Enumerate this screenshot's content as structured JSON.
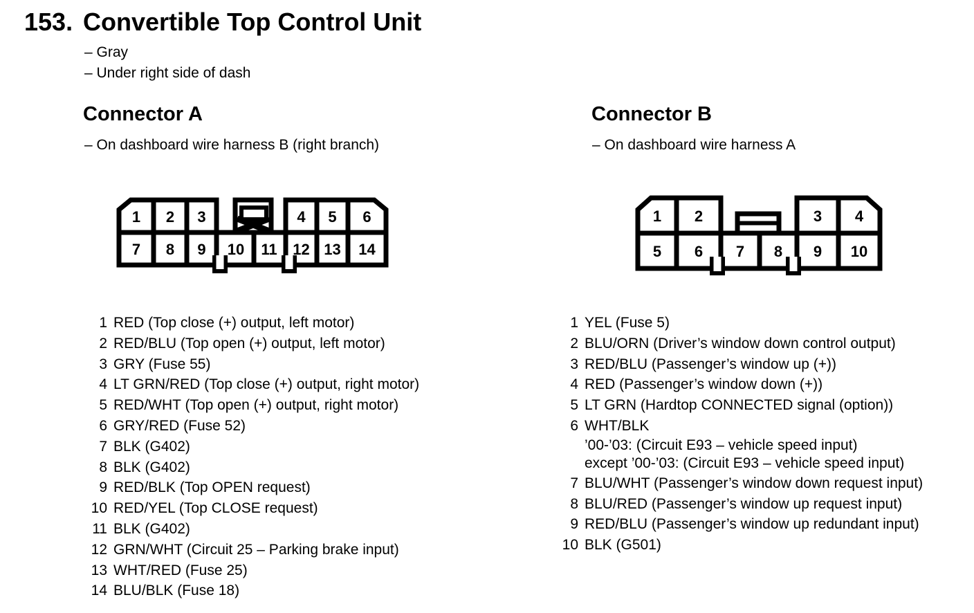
{
  "page": {
    "number": "153.",
    "title": "Convertible Top Control Unit",
    "notes": [
      "– Gray",
      "– Under right side of dash"
    ]
  },
  "connector_a": {
    "heading": "Connector A",
    "subheading": "– On dashboard wire harness B (right branch)",
    "diagram": {
      "top_cells": [
        "1",
        "2",
        "3",
        "4",
        "5",
        "6"
      ],
      "bottom_cells": [
        "7",
        "8",
        "9",
        "10",
        "11",
        "12",
        "13",
        "14"
      ]
    },
    "pins": [
      {
        "pin": "1",
        "label": "RED (Top close (+) output, left motor)"
      },
      {
        "pin": "2",
        "label": "RED/BLU (Top open (+) output, left motor)"
      },
      {
        "pin": "3",
        "label": "GRY (Fuse 55)"
      },
      {
        "pin": "4",
        "label": "LT GRN/RED (Top close (+) output, right motor)"
      },
      {
        "pin": "5",
        "label": "RED/WHT (Top open (+) output, right motor)"
      },
      {
        "pin": "6",
        "label": "GRY/RED (Fuse 52)"
      },
      {
        "pin": "7",
        "label": "BLK (G402)"
      },
      {
        "pin": "8",
        "label": "BLK (G402)"
      },
      {
        "pin": "9",
        "label": "RED/BLK (Top OPEN request)"
      },
      {
        "pin": "10",
        "label": "RED/YEL (Top CLOSE request)"
      },
      {
        "pin": "11",
        "label": "BLK (G402)"
      },
      {
        "pin": "12",
        "label": "GRN/WHT (Circuit 25 – Parking brake input)"
      },
      {
        "pin": "13",
        "label": "WHT/RED (Fuse 25)"
      },
      {
        "pin": "14",
        "label": "BLU/BLK (Fuse 18)"
      }
    ]
  },
  "connector_b": {
    "heading": "Connector B",
    "subheading": "– On dashboard wire harness A",
    "diagram": {
      "top_cells": [
        "1",
        "2",
        "3",
        "4"
      ],
      "bottom_cells": [
        "5",
        "6",
        "7",
        "8",
        "9",
        "10"
      ]
    },
    "pins": [
      {
        "pin": "1",
        "label": "YEL (Fuse 5)"
      },
      {
        "pin": "2",
        "label": "BLU/ORN (Driver’s window down control output)"
      },
      {
        "pin": "3",
        "label": "RED/BLU (Passenger’s window up (+))"
      },
      {
        "pin": "4",
        "label": "RED (Passenger’s window down (+))"
      },
      {
        "pin": "5",
        "label": "LT GRN (Hardtop CONNECTED signal (option))"
      },
      {
        "pin": "6",
        "label": "WHT/BLK",
        "sublines": [
          "’00-’03: (Circuit E93 – vehicle speed input)",
          "except ’00-’03: (Circuit E93 – vehicle speed input)"
        ]
      },
      {
        "pin": "7",
        "label": "BLU/WHT (Passenger’s window down request input)"
      },
      {
        "pin": "8",
        "label": "BLU/RED (Passenger’s window up request input)"
      },
      {
        "pin": "9",
        "label": "RED/BLU (Passenger’s window up redundant input)"
      },
      {
        "pin": "10",
        "label": "BLK (G501)"
      }
    ]
  },
  "colors": {
    "ink": "#000000",
    "paper": "#ffffff"
  }
}
